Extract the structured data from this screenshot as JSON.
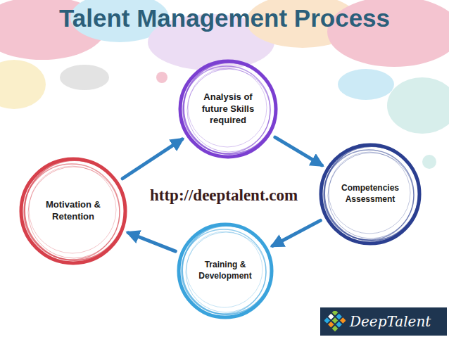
{
  "diagram": {
    "title": "Talent Management Process",
    "nodes": [
      {
        "text": [
          "Analysis of future Skills required"
        ]
      },
      {
        "text": [
          "Competencies Assessment"
        ]
      },
      {
        "text": [
          "Training & Development"
        ]
      },
      {
        "text": [
          "Motivation & Retention"
        ]
      },
      {
        "text": [
          "DeepTalent"
        ]
      }
    ],
    "edges": [
      {
        "from": 0,
        "to": 1,
        "arrow": "to"
      },
      {
        "from": 1,
        "to": 2,
        "arrow": "to"
      },
      {
        "from": 2,
        "to": 3,
        "arrow": "to"
      },
      {
        "from": 3,
        "to": 0,
        "arrow": "to"
      }
    ],
    "labels": [
      "http://deeptalent.com"
    ]
  }
}
